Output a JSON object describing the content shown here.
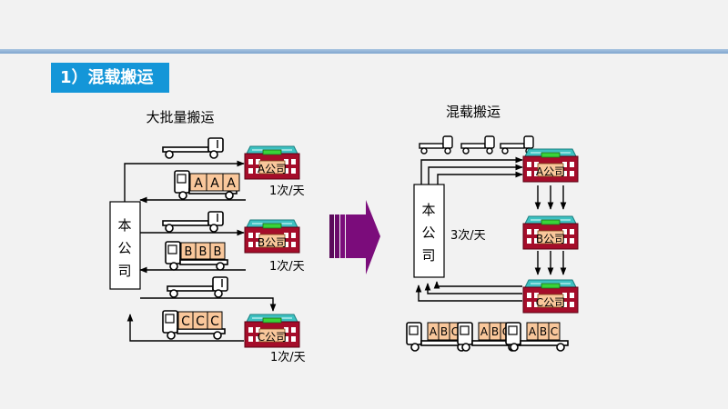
{
  "section_title": "1）混载搬运",
  "left": {
    "title": "大批量搬运",
    "hq": [
      "本",
      "公",
      "司"
    ],
    "sites": [
      {
        "store": "A公司",
        "cargo": [
          "A",
          "A",
          "A"
        ],
        "freq": "1次/天"
      },
      {
        "store": "B公司",
        "cargo": [
          "B",
          "B",
          "B"
        ],
        "freq": "1次/天"
      },
      {
        "store": "C公司",
        "cargo": [
          "C",
          "C",
          "C"
        ],
        "freq": "1次/天"
      }
    ]
  },
  "right": {
    "title": "混载搬运",
    "hq": [
      "本",
      "公",
      "司"
    ],
    "freq": "3次/天",
    "stores": [
      "A公司",
      "B公司",
      "C公司"
    ],
    "cargo": [
      "A",
      "B",
      "C"
    ]
  },
  "colors": {
    "accent": "#1496d8",
    "arrow": "#7b0c7b",
    "cargo": "#f9c79b",
    "building": "#a50d2a",
    "roof": "#30b8b8"
  }
}
